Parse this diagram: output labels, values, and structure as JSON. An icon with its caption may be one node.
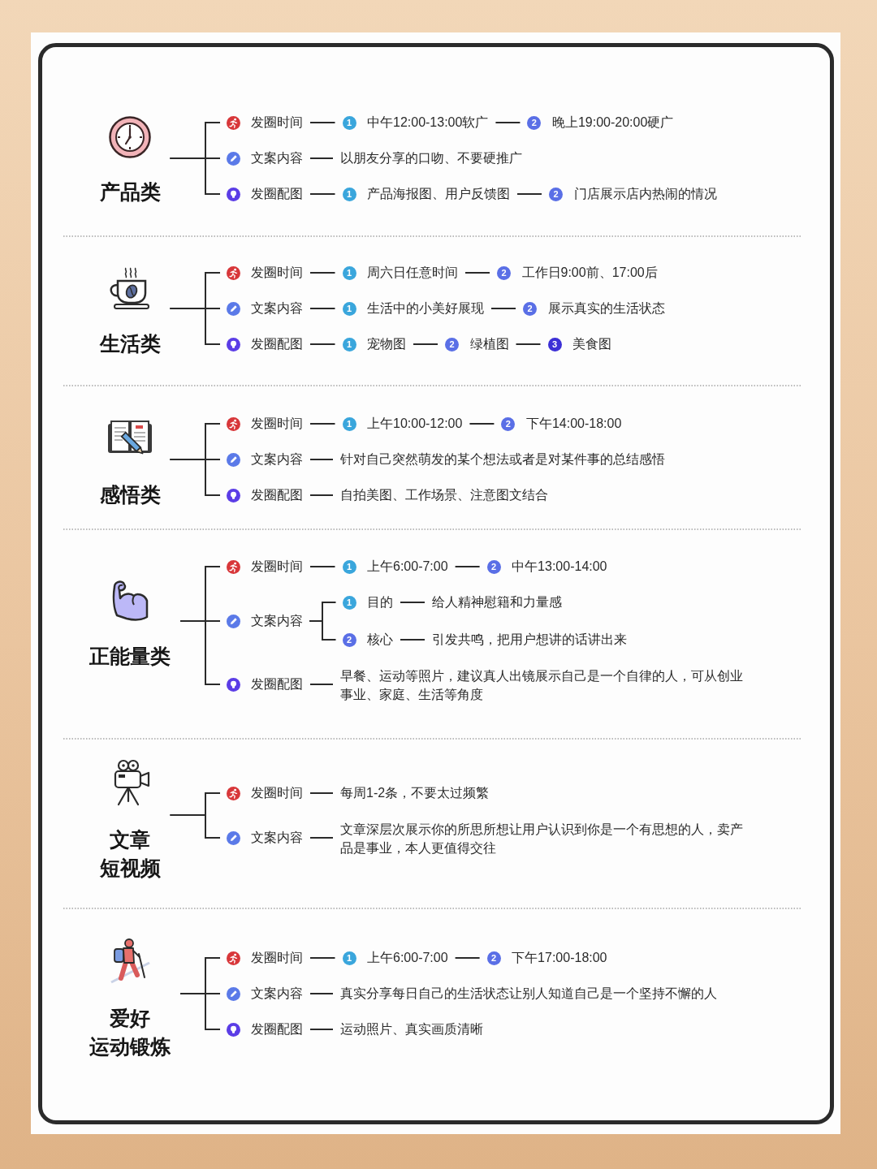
{
  "diagram": {
    "nodes": [
      {
        "text": [
          "产品类"
        ]
      },
      {
        "text": [
          "发圈时间"
        ]
      },
      {
        "text": [
          "1",
          "中午12:00-13:00软广"
        ]
      },
      {
        "text": [
          "2",
          "晚上19:00-20:00硬广"
        ]
      },
      {
        "text": [
          "文案内容"
        ]
      },
      {
        "text": [
          "以朋友分享的口吻、不要硬推广"
        ]
      },
      {
        "text": [
          "发圈配图"
        ]
      },
      {
        "text": [
          "1",
          "产品海报图、用户反馈图"
        ]
      },
      {
        "text": [
          "2",
          "门店展示店内热闹的情况"
        ]
      },
      {
        "text": [
          "生活类"
        ]
      },
      {
        "text": [
          "发圈时间"
        ]
      },
      {
        "text": [
          "1",
          "周六日任意时间"
        ]
      },
      {
        "text": [
          "2",
          "工作日9:00前、17:00后"
        ]
      },
      {
        "text": [
          "文案内容"
        ]
      },
      {
        "text": [
          "1",
          "生活中的小美好展现"
        ]
      },
      {
        "text": [
          "2",
          "展示真实的生活状态"
        ]
      },
      {
        "text": [
          "发圈配图"
        ]
      },
      {
        "text": [
          "1",
          "宠物图"
        ]
      },
      {
        "text": [
          "2",
          "绿植图"
        ]
      },
      {
        "text": [
          "3",
          "美食图"
        ]
      },
      {
        "text": [
          "感悟类"
        ]
      },
      {
        "text": [
          "发圈时间"
        ]
      },
      {
        "text": [
          "1",
          "上午10:00-12:00"
        ]
      },
      {
        "text": [
          "2",
          "下午14:00-18:00"
        ]
      },
      {
        "text": [
          "文案内容"
        ]
      },
      {
        "text": [
          "针对自己突然萌发的某个想法或者是对某件事的总结感悟"
        ]
      },
      {
        "text": [
          "发圈配图"
        ]
      },
      {
        "text": [
          "自拍美图、工作场景、注意图文结合"
        ]
      },
      {
        "text": [
          "正能量类"
        ]
      },
      {
        "text": [
          "发圈时间"
        ]
      },
      {
        "text": [
          "1",
          "上午6:00-7:00"
        ]
      },
      {
        "text": [
          "2",
          "中午13:00-14:00"
        ]
      },
      {
        "text": [
          "文案内容"
        ]
      },
      {
        "text": [
          "1",
          "目的"
        ]
      },
      {
        "text": [
          "给人精神慰籍和力量感"
        ]
      },
      {
        "text": [
          "2",
          "核心"
        ]
      },
      {
        "text": [
          "引发共鸣，把用户想讲的话讲出来"
        ]
      },
      {
        "text": [
          "发圈配图"
        ]
      },
      {
        "text": [
          "早餐、运动等照片，建议真人出镜展示自己是一个自律的人，可从创业事业、家庭、生活等角度"
        ]
      },
      {
        "text": [
          "文章",
          "短视频"
        ]
      },
      {
        "text": [
          "发圈时间"
        ]
      },
      {
        "text": [
          "每周1-2条，不要太过频繁"
        ]
      },
      {
        "text": [
          "文案内容"
        ]
      },
      {
        "text": [
          "文章深层次展示你的所思所想让用户认识到你是一个有思想的人，卖产品是事业，本人更值得交往"
        ]
      },
      {
        "text": [
          "爱好",
          "运动锻炼"
        ]
      },
      {
        "text": [
          "发圈时间"
        ]
      },
      {
        "text": [
          "1",
          "上午6:00-7:00"
        ]
      },
      {
        "text": [
          "2",
          "下午17:00-18:00"
        ]
      },
      {
        "text": [
          "文案内容"
        ]
      },
      {
        "text": [
          "真实分享每日自己的生活状态让别人知道自己是一个坚持不懈的人"
        ]
      },
      {
        "text": [
          "发圈配图"
        ]
      },
      {
        "text": [
          "运动照片、真实画质清晰"
        ]
      }
    ],
    "edges": [
      {
        "from": 0,
        "to": 1,
        "arrow": "none"
      },
      {
        "from": 0,
        "to": 4,
        "arrow": "none"
      },
      {
        "from": 0,
        "to": 6,
        "arrow": "none"
      },
      {
        "from": 1,
        "to": 2,
        "arrow": "none"
      },
      {
        "from": 2,
        "to": 3,
        "arrow": "none"
      },
      {
        "from": 4,
        "to": 5,
        "arrow": "none"
      },
      {
        "from": 6,
        "to": 7,
        "arrow": "none"
      },
      {
        "from": 7,
        "to": 8,
        "arrow": "none"
      },
      {
        "from": 9,
        "to": 10,
        "arrow": "none"
      },
      {
        "from": 9,
        "to": 13,
        "arrow": "none"
      },
      {
        "from": 9,
        "to": 16,
        "arrow": "none"
      },
      {
        "from": 10,
        "to": 11,
        "arrow": "none"
      },
      {
        "from": 11,
        "to": 12,
        "arrow": "none"
      },
      {
        "from": 13,
        "to": 14,
        "arrow": "none"
      },
      {
        "from": 14,
        "to": 15,
        "arrow": "none"
      },
      {
        "from": 16,
        "to": 17,
        "arrow": "none"
      },
      {
        "from": 17,
        "to": 18,
        "arrow": "none"
      },
      {
        "from": 18,
        "to": 19,
        "arrow": "none"
      },
      {
        "from": 20,
        "to": 21,
        "arrow": "none"
      },
      {
        "from": 20,
        "to": 24,
        "arrow": "none"
      },
      {
        "from": 20,
        "to": 26,
        "arrow": "none"
      },
      {
        "from": 21,
        "to": 22,
        "arrow": "none"
      },
      {
        "from": 22,
        "to": 23,
        "arrow": "none"
      },
      {
        "from": 24,
        "to": 25,
        "arrow": "none"
      },
      {
        "from": 26,
        "to": 27,
        "arrow": "none"
      },
      {
        "from": 28,
        "to": 29,
        "arrow": "none"
      },
      {
        "from": 28,
        "to": 32,
        "arrow": "none"
      },
      {
        "from": 28,
        "to": 37,
        "arrow": "none"
      },
      {
        "from": 29,
        "to": 30,
        "arrow": "none"
      },
      {
        "from": 30,
        "to": 31,
        "arrow": "none"
      },
      {
        "from": 32,
        "to": 33,
        "arrow": "none"
      },
      {
        "from": 32,
        "to": 35,
        "arrow": "none"
      },
      {
        "from": 33,
        "to": 34,
        "arrow": "none"
      },
      {
        "from": 35,
        "to": 36,
        "arrow": "none"
      },
      {
        "from": 37,
        "to": 38,
        "arrow": "none"
      },
      {
        "from": 39,
        "to": 40,
        "arrow": "none"
      },
      {
        "from": 39,
        "to": 42,
        "arrow": "none"
      },
      {
        "from": 40,
        "to": 41,
        "arrow": "none"
      },
      {
        "from": 42,
        "to": 43,
        "arrow": "none"
      },
      {
        "from": 44,
        "to": 45,
        "arrow": "none"
      },
      {
        "from": 44,
        "to": 48,
        "arrow": "none"
      },
      {
        "from": 44,
        "to": 50,
        "arrow": "none"
      },
      {
        "from": 45,
        "to": 46,
        "arrow": "none"
      },
      {
        "from": 46,
        "to": 47,
        "arrow": "none"
      },
      {
        "from": 48,
        "to": 49,
        "arrow": "none"
      },
      {
        "from": 50,
        "to": 51,
        "arrow": "none"
      }
    ]
  }
}
